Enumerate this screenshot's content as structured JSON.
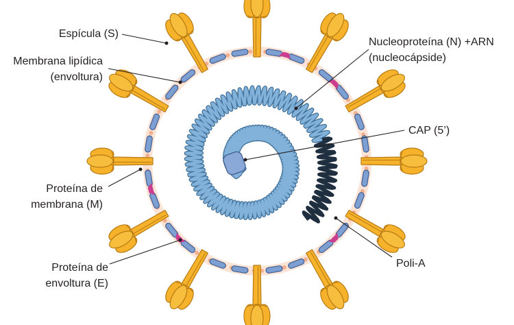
{
  "labels": {
    "spike": "Espícula (S)",
    "membrane_line1": "Membrana lipídica",
    "membrane_line2": "(envoltura)",
    "nucleoprotein_line1": "Nucleoproteína (N) +ARN",
    "nucleoprotein_line2": "(nucleocápside)",
    "cap": "CAP (5’)",
    "m_protein_line1": "Proteína de",
    "m_protein_line2": "membrana (M)",
    "polya": "Poli-A",
    "e_protein_line1": "Proteína de",
    "e_protein_line2": "envoltura (E)"
  },
  "colors": {
    "spike_fill": "#f5b22a",
    "spike_stroke": "#b77a12",
    "membrane_dots": "#f3b08e",
    "membrane_halo": "#fbe3d6",
    "m_protein_fill": "#7d9fd1",
    "m_protein_stroke": "#3f5f93",
    "e_protein": "#cc3d8f",
    "rna": "#82b1d9",
    "rna_stroke": "#3e6f98",
    "polya": "#1f2f3f",
    "cap": "#8aa9d8"
  },
  "icons": {
    "spike": "spike-protein-icon",
    "m_protein": "membrane-protein-icon",
    "e_protein": "envelope-protein-icon",
    "cap": "cap-5-prime-icon"
  }
}
